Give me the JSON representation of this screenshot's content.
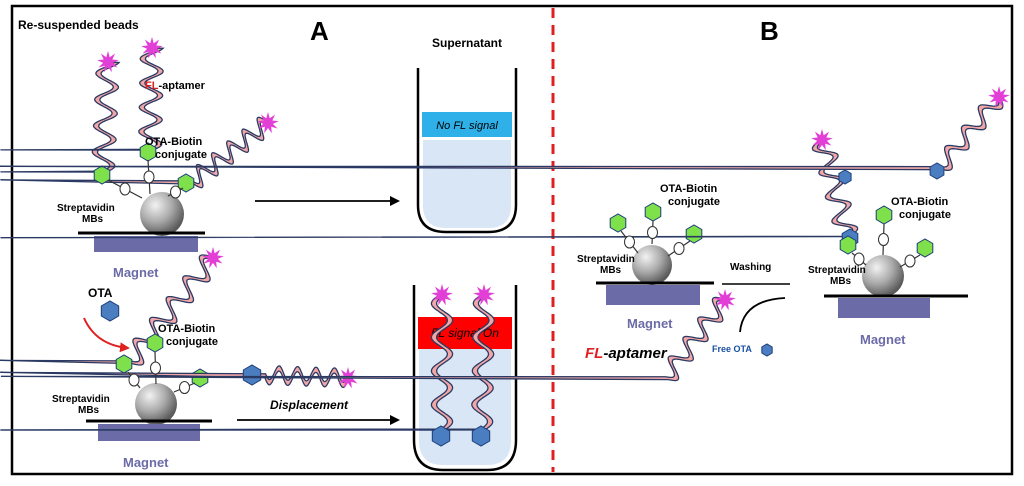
{
  "panels": {
    "a": {
      "letter": "A"
    },
    "b": {
      "letter": "B"
    }
  },
  "panel_a": {
    "resuspended_label": "Re-suspended beads",
    "supernatant_label": "Supernatant",
    "fl_prefix": "FL",
    "aptamer_suffix": "-aptamer",
    "ota_biotin_line1": "OTA-Biotin",
    "ota_biotin_line2": "conjugate",
    "streptavidin_line1": "Streptavidin",
    "streptavidin_line2": "MBs",
    "magnet_label": "Magnet",
    "no_signal": "No FL signal",
    "ota_label": "OTA",
    "ota_biotin2_line1": "OTA-Biotin",
    "ota_biotin2_line2": "conjugate",
    "streptavidin2_line1": "Streptavidin",
    "streptavidin2_line2": "MBs",
    "magnet2_label": "Magnet",
    "displacement_label": "Displacement",
    "signal_on": "FL signal On"
  },
  "panel_b": {
    "ota_biotin_line1": "OTA-Biotin",
    "ota_biotin_line2": "conjugate",
    "streptavidin_line1": "Streptavidin",
    "streptavidin_line2": "MBs",
    "magnet_label": "Magnet",
    "washing_label": "Washing",
    "fl_prefix": "FL",
    "aptamer_suffix": "-aptamer",
    "free_ota_label": "Free OTA",
    "ota_biotin2_line1": "OTA-Biotin",
    "ota_biotin2_line2": "conjugate",
    "streptavidin2_line1": "Streptavidin",
    "streptavidin2_line2": "MBs",
    "magnet2_label": "Magnet"
  },
  "colors": {
    "aptamer_fill": "#f2a7a7",
    "aptamer_edge": "#2b3a63",
    "fluorophore": "#e23fd6",
    "ota_hex": "#4a7ec0",
    "biotin_hex": "#7ee04a",
    "magnet": "#6b6ba8",
    "no_signal_box": "#2fb0e8",
    "signal_on_box": "#ff0000",
    "divider": "#e02020",
    "fl_red": "#e02020",
    "ota_blue": "#1a4fa0",
    "tube_liquid": "#d8e6f5"
  }
}
